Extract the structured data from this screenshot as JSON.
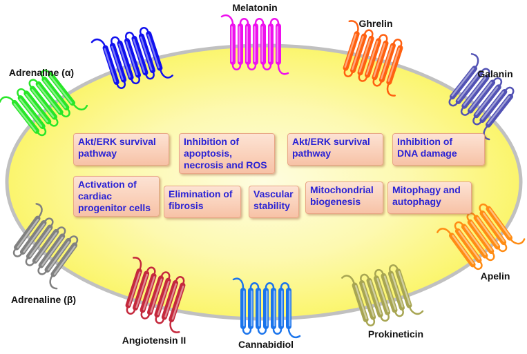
{
  "receptors": [
    {
      "label": "Melatonin",
      "color": "#ee10ee"
    },
    {
      "label": "Ghrelin",
      "color": "#ff6010"
    },
    {
      "label": "Galanin",
      "color": "#5252b4"
    },
    {
      "label": "Apelin",
      "color": "#ff8c14"
    },
    {
      "label": "Prokineticin",
      "color": "#a7a552"
    },
    {
      "label": "Cannabidiol",
      "color": "#1a74ec"
    },
    {
      "label": "Angiotensin II",
      "color": "#c4283c"
    },
    {
      "label": "Adrenaline (β)",
      "color": "#808080"
    },
    {
      "label": "Adrenaline (α)",
      "color": "#28e628"
    },
    {
      "label": "",
      "color": "#1010ee"
    }
  ],
  "boxes": [
    {
      "lines": [
        "Akt/ERK survival",
        "pathway"
      ]
    },
    {
      "lines": [
        "Inhibition of",
        "apoptosis,",
        "necrosis and ROS"
      ]
    },
    {
      "lines": [
        "Akt/ERK survival",
        "pathway"
      ]
    },
    {
      "lines": [
        "Inhibition of",
        "DNA damage"
      ]
    },
    {
      "lines": [
        "Activation of",
        "cardiac",
        "progenitor cells"
      ]
    },
    {
      "lines": [
        "Elimination of",
        "fibrosis"
      ]
    },
    {
      "lines": [
        "Vascular",
        "stability"
      ]
    },
    {
      "lines": [
        "Mitochondrial",
        "biogenesis"
      ]
    },
    {
      "lines": [
        "Mitophagy and",
        "autophagy"
      ]
    }
  ],
  "colors": {
    "cell_fill_center": "#fefde0",
    "cell_fill_edge": "#fbf56c",
    "membrane": "#c0c0c0",
    "box_text": "#2a22d4"
  }
}
